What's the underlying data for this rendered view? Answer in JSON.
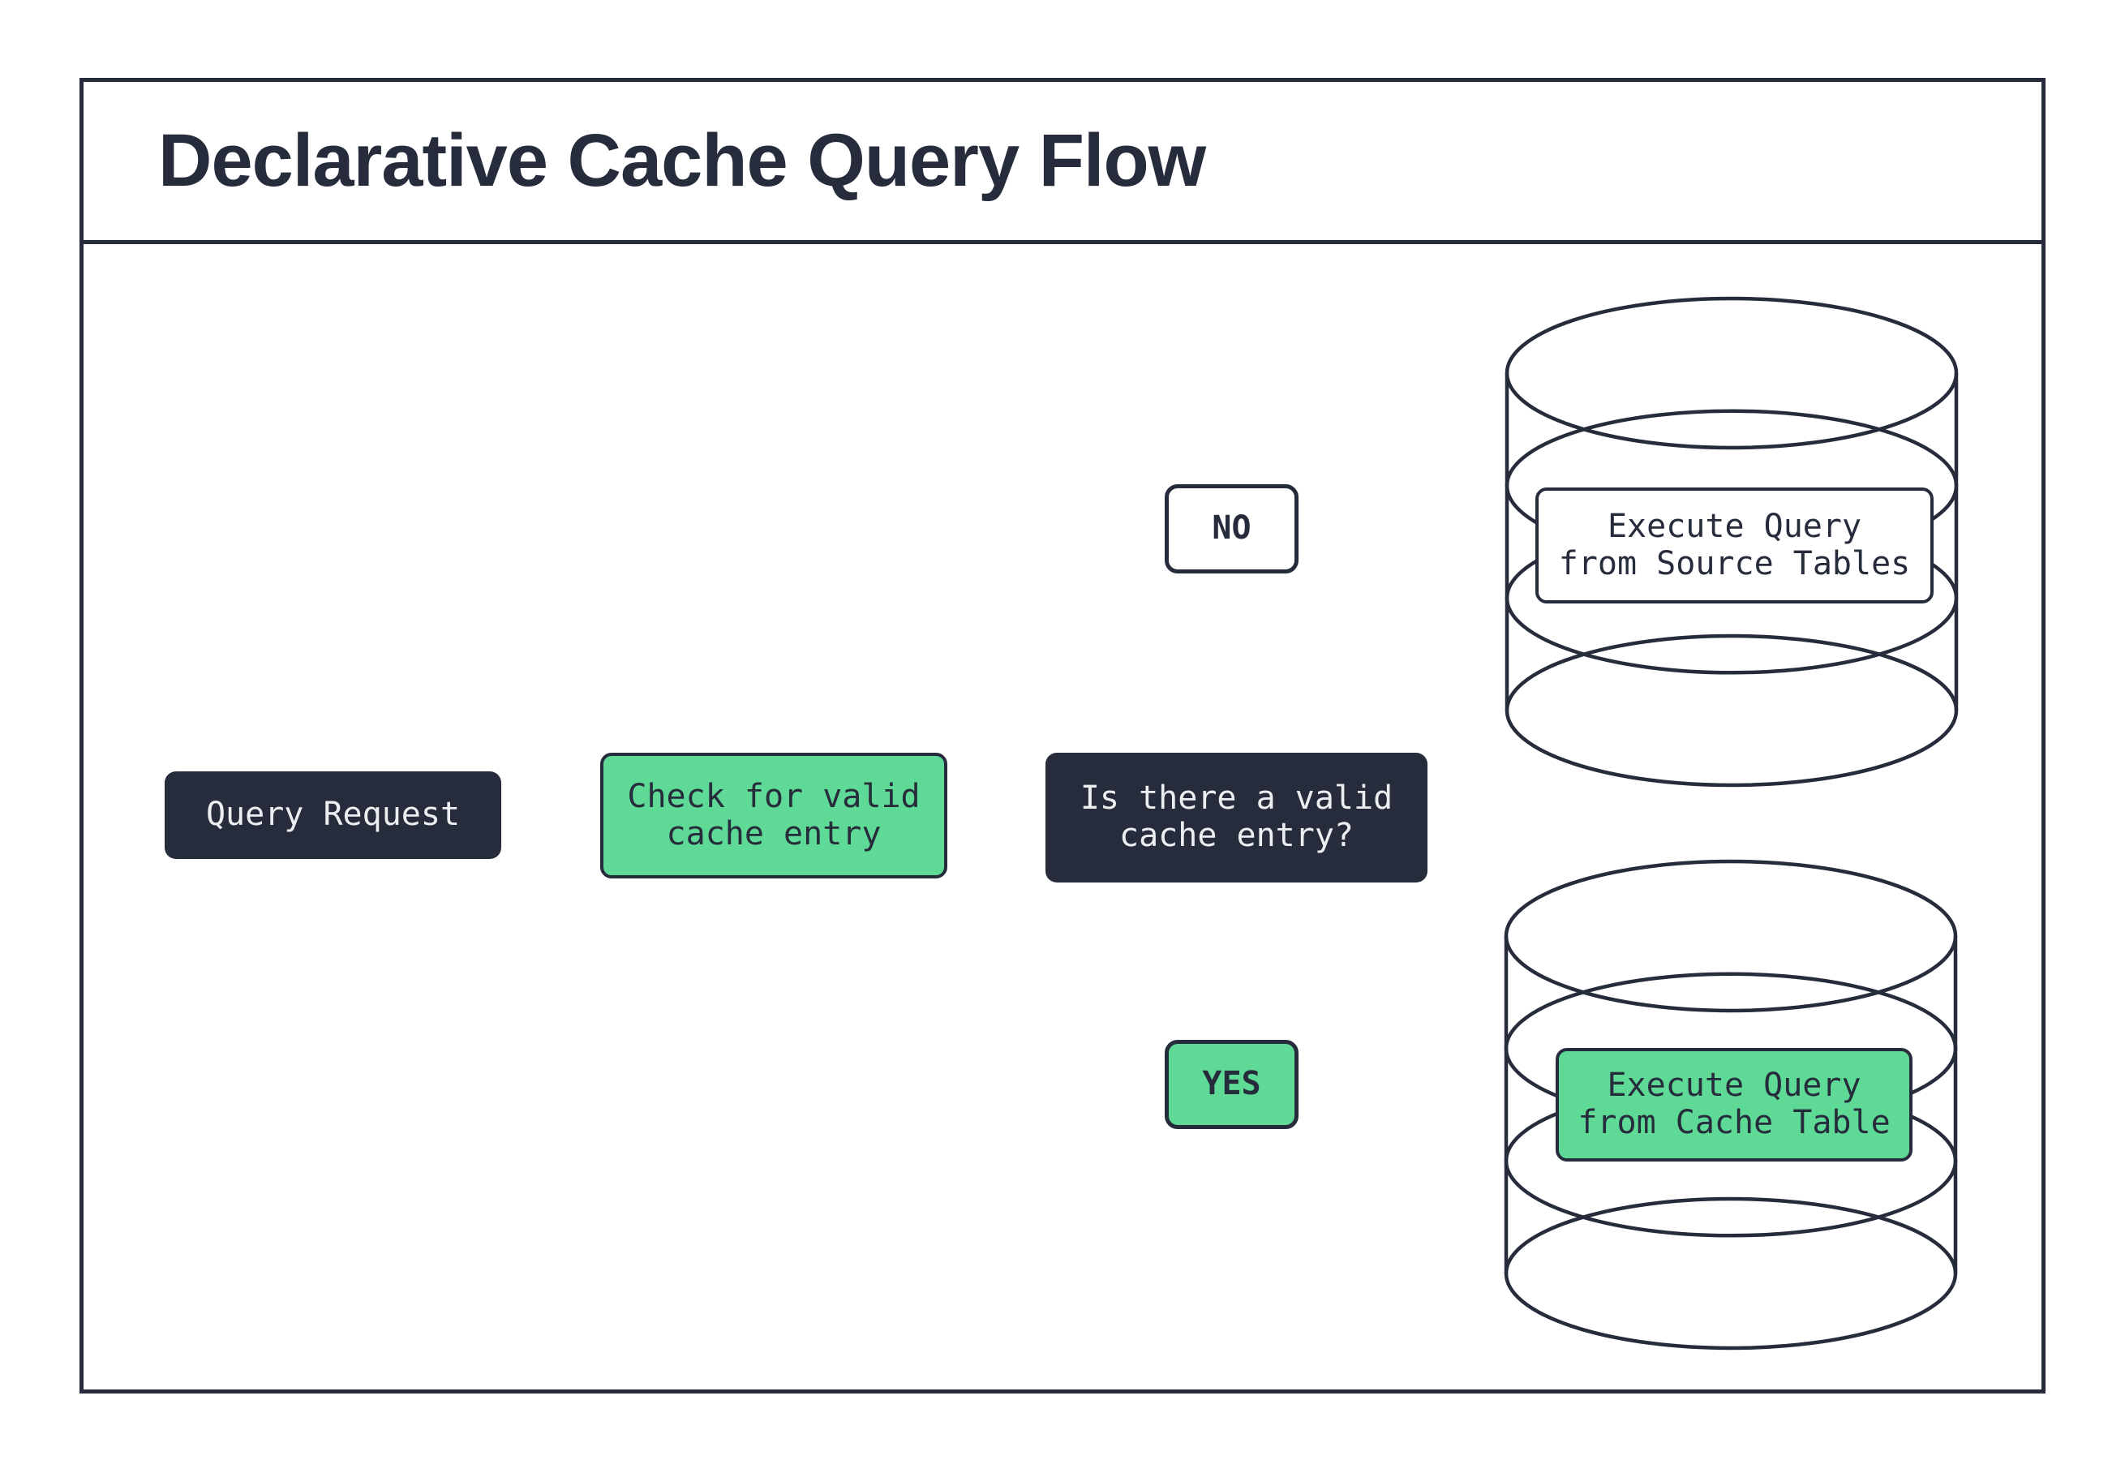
{
  "title": "Declarative Cache Query Flow",
  "palette": {
    "ink": "#262c3b",
    "green": "#5ed996",
    "paper": "#ffffff",
    "light_text": "#eceef1"
  },
  "nodes": {
    "query_request": {
      "label": "Query Request"
    },
    "check_cache": {
      "label": "Check for valid\ncache entry"
    },
    "decision": {
      "label": "Is there a valid\ncache entry?"
    },
    "branch_no": {
      "label": "NO"
    },
    "branch_yes": {
      "label": "YES"
    },
    "source_db": {
      "label": "Execute Query\nfrom Source Tables"
    },
    "cache_db": {
      "label": "Execute Query\nfrom Cache Table"
    }
  }
}
